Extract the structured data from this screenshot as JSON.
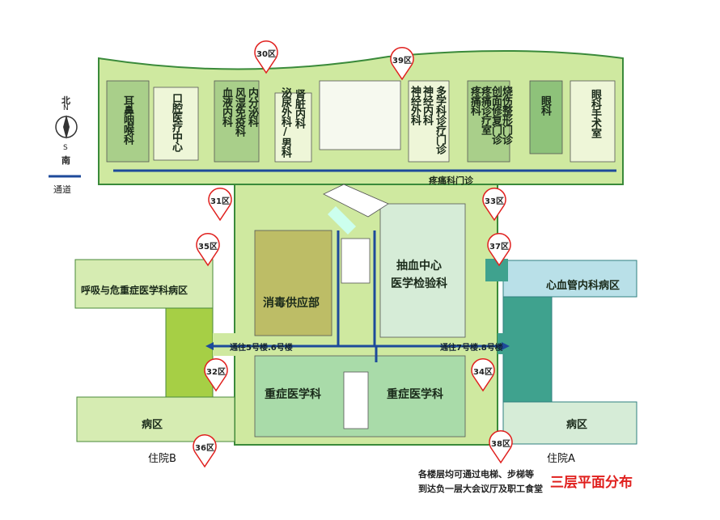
{
  "compass": {
    "north_cn": "北",
    "north": "N",
    "south": "S",
    "south_cn": "南"
  },
  "legend": {
    "corridor": "通道"
  },
  "zones": [
    "30区",
    "39区",
    "31区",
    "33区",
    "35区",
    "37区",
    "32区",
    "34区",
    "36区",
    "38区"
  ],
  "departments": {
    "ent": "耳鼻咽喉科",
    "oral": "口腔医疗中心",
    "hematology": "血液内科",
    "rheumatology": "风湿免疫科",
    "endocrine": "内分泌科",
    "urology": "泌尿外科/男科",
    "nephrology": "肾脏内科",
    "neurosurgery": "神经外科",
    "neurology": "神经内科",
    "mdt": "多学科诊疗门诊",
    "pain": "疼痛科",
    "trauma": "疼痛诊疗室",
    "wound": "创面修复门诊",
    "burn": "烧伤整形门诊",
    "ophthalmology": "眼科",
    "eye_surgery": "眼科手术室",
    "pain_clinic": "疼痛科门诊",
    "sterile_supply": "消毒供应部",
    "blood_center": "抽血中心",
    "lab": "医学检验科",
    "icu_left": "重症医学科",
    "icu_right": "重症医学科",
    "respiratory": "呼吸与危重症医学科病区",
    "cardio": "心血管内科病区",
    "ward_left": "病区",
    "ward_right": "病区"
  },
  "corridors": {
    "left": "通往5号楼.6号楼",
    "right": "通往7号楼.8号楼"
  },
  "wings": {
    "b": "住院B",
    "a": "住院A"
  },
  "note": [
    "各楼层均可通过电梯、步梯等",
    "到达负一层大会议厅及职工食堂"
  ],
  "title": "三层平面分布",
  "colors": {
    "outer_green": "#cfe9a0",
    "pale": "#eef6d8",
    "teal": "#3fa28e",
    "accent_red": "#e0201e"
  }
}
